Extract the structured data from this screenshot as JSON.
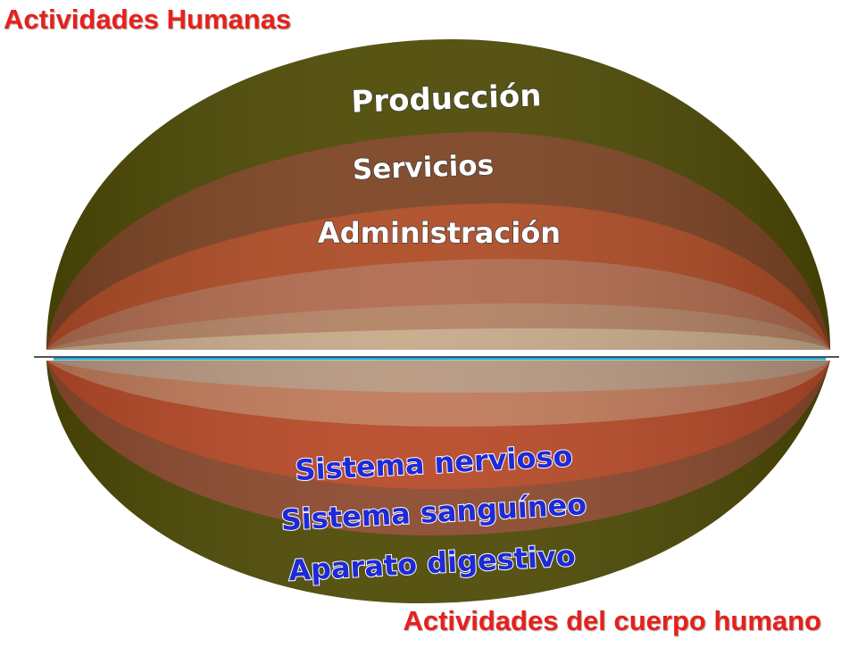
{
  "titles": {
    "top": "Actividades Humanas",
    "bottom": "Actividades del cuerpo humano"
  },
  "upper_layers": [
    {
      "label": "Producción",
      "color": "#4e4a06"
    },
    {
      "label": "Servicios",
      "color": "#7d4424"
    },
    {
      "label": "Administración",
      "color": "#ae4c26"
    },
    {
      "label": "",
      "color": "#b06b4e"
    },
    {
      "label": "",
      "color": "#b38264"
    },
    {
      "label": "",
      "color": "#c8a98a"
    }
  ],
  "lower_layers": [
    {
      "label": "",
      "color": "#b89880"
    },
    {
      "label": "",
      "color": "#c07a5a"
    },
    {
      "label": "Sistema nervioso",
      "color": "#b74a28"
    },
    {
      "label": "Sistema sanguíneo",
      "color": "#8c4a2e"
    },
    {
      "label": "Aparato digestivo",
      "color": "#4e4a06"
    }
  ],
  "colors": {
    "upper_label": "#ffffff",
    "lower_label": "#1e2ad6",
    "title": "#e8201a",
    "divider": "#2aa6d8"
  }
}
